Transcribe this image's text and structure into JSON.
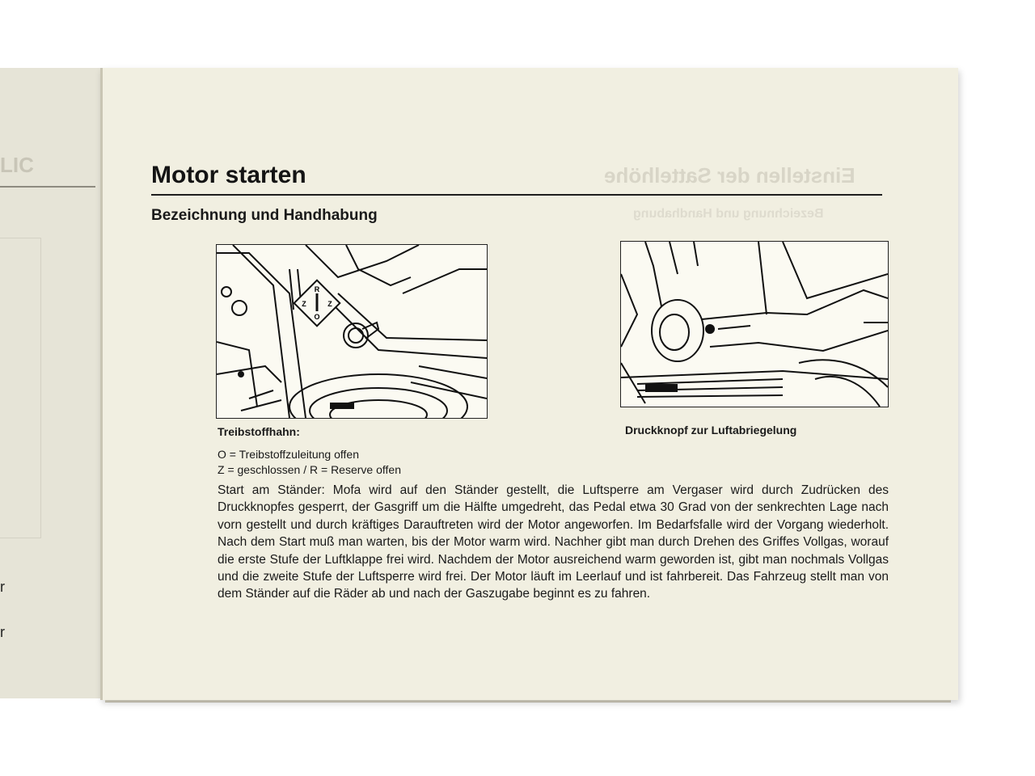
{
  "left_page": {
    "line1": "r",
    "line2": "r"
  },
  "page": {
    "title": "Motor starten",
    "subtitle": "Bezeichnung und Handhabung",
    "figure1": {
      "valve_labels": [
        "R",
        "Z",
        "Z",
        "O"
      ],
      "caption_title": "Treibstoffhahn:",
      "caption_line1": "O = Treibstoffzuleitung offen",
      "caption_line2": "Z = geschlossen / R = Reserve offen"
    },
    "figure2": {
      "caption": "Druckknopf zur Luftabriegelung"
    },
    "body": "Start am Ständer: Mofa wird auf den Ständer gestellt, die Luftsperre am Vergaser wird durch Zudrücken des Druckknopfes gesperrt, der Gasgriff um die Hälfte umgedreht, das Pedal etwa 30 Grad von der senkrechten Lage nach vorn gestellt und durch kräftiges Darauftreten wird der Motor angeworfen. Im Bedarfsfalle wird der Vorgang wiederholt. Nach dem Start muß man warten, bis der Motor warm wird. Nachher gibt man durch Drehen des Griffes Vollgas, worauf die erste Stufe der Luftklappe frei wird. Nachdem der Motor ausreichend warm geworden ist, gibt man nochmals Vollgas und die zweite Stufe der Luftsperre wird frei. Der Motor läuft im Leerlauf und ist fahrbereit. Das Fahrzeug stellt man von dem Ständer auf die Räder ab und nach der Gaszugabe beginnt es zu fahren.",
    "ghost_heading": "Einstellen der Sattelhöhe",
    "ghost_subheading": "Bezeichnung und Handhabung"
  }
}
